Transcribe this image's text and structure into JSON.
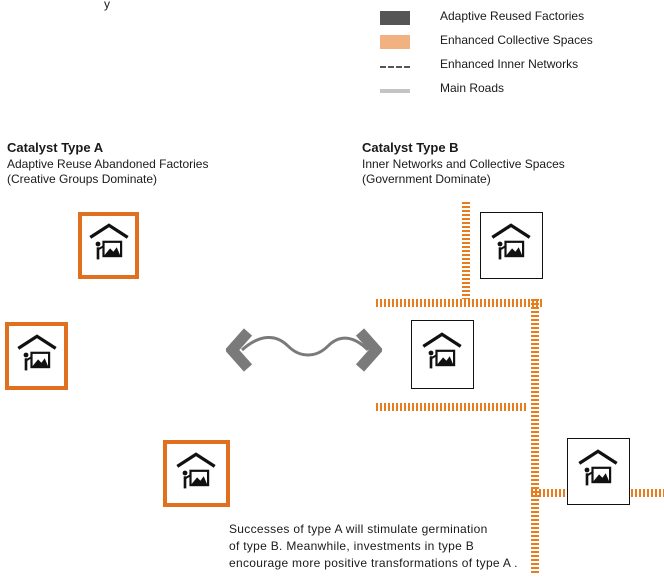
{
  "top_text": "y",
  "legend": {
    "items": [
      {
        "label": "Adaptive Reused Factories",
        "icon": "dark-gray-block",
        "color": "#555555"
      },
      {
        "label": "Enhanced Collective Spaces",
        "icon": "orange-block",
        "color": "#f2b180"
      },
      {
        "label": "Enhanced Inner Networks",
        "icon": "dashed-line",
        "color": "#555555"
      },
      {
        "label": "Main Roads",
        "icon": "gray-line",
        "color": "#c4c4c4"
      }
    ]
  },
  "catalyst_a": {
    "title": "Catalyst Type A",
    "line1": "Adaptive Reuse Abandoned Factories",
    "line2": "(Creative Groups Dominate)"
  },
  "catalyst_b": {
    "title": "Catalyst Type B",
    "line1": "Inner Networks and Collective Spaces",
    "line2": "(Government Dominate)"
  },
  "caption": {
    "line1": "Successes of type A will stimulate germination",
    "line2": "of type B. Meanwhile, investments in type B",
    "line3": "encourage more positive transformations of type A ."
  },
  "colors": {
    "accent_orange": "#e07020",
    "stripe_orange": "#e87d1e",
    "arrow_gray": "#7a7a7a"
  },
  "icons": {
    "factory": "house-with-person-and-picture-icon",
    "connector": "double-headed-wavy-arrow-icon"
  }
}
